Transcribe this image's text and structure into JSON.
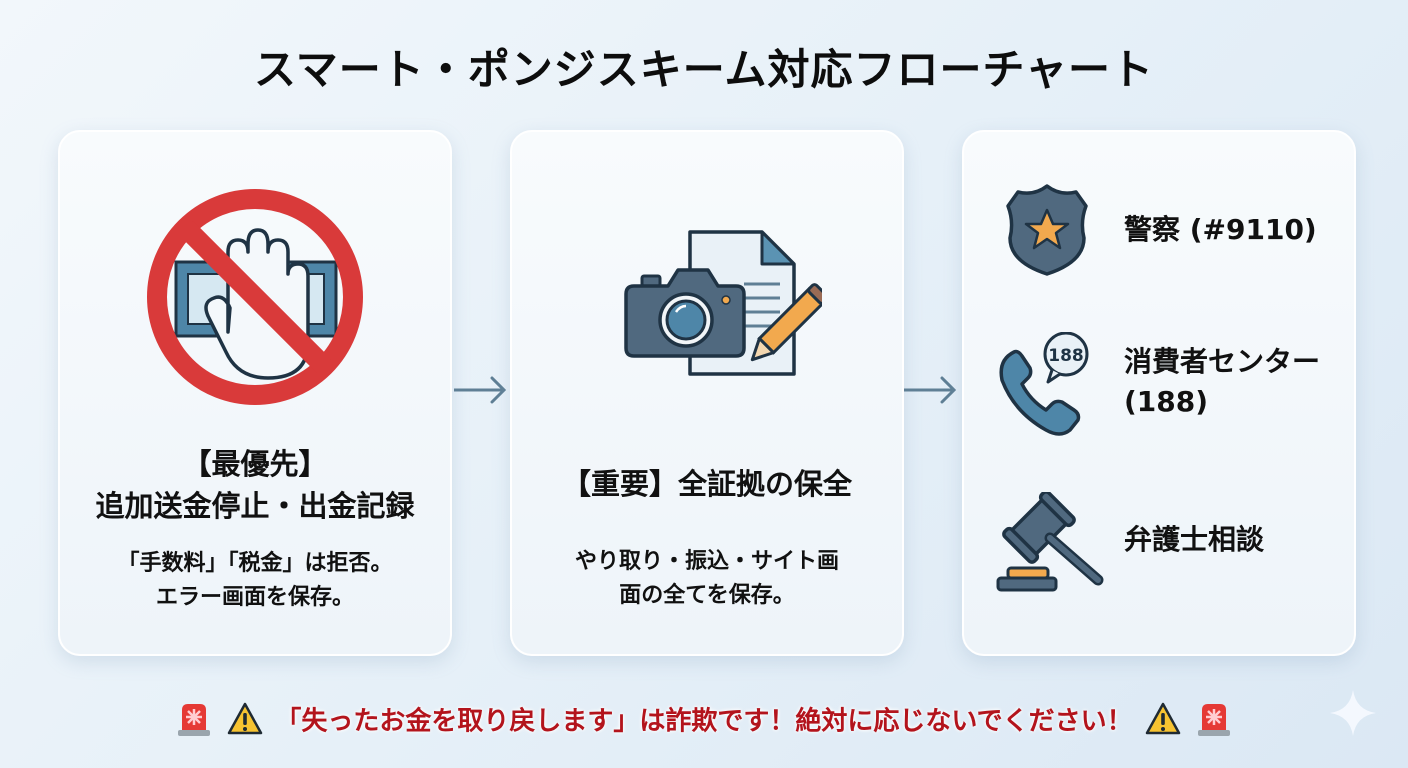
{
  "title": "スマート・ポンジスキーム対応フローチャート",
  "steps": [
    {
      "icon": "no-money-hand-icon",
      "heading_line1": "【最優先】",
      "heading_line2": "追加送金停止・出金記録",
      "body_line1": "「手数料」「税金」は拒否。",
      "body_line2": "エラー画面を保存。"
    },
    {
      "icon": "camera-document-icon",
      "heading_line1": "【重要】全証拠の保全",
      "body_line1": "やり取り・振込・サイト画",
      "body_line2": "面の全てを保存。"
    },
    {
      "contacts": [
        {
          "icon": "police-badge-icon",
          "label_line1": "警察 (#9110)"
        },
        {
          "icon": "phone-188-icon",
          "badge": "188",
          "label_line1": "消費者センター",
          "label_line2": "(188)"
        },
        {
          "icon": "gavel-icon",
          "label_line1": "弁護士相談"
        }
      ]
    }
  ],
  "arrows": [
    "→",
    "→"
  ],
  "warning": {
    "text": "「失ったお金を取り戻します」は詐欺です！絶対に応じないでください！",
    "icons": [
      "siren-icon",
      "warning-icon"
    ]
  },
  "colors": {
    "accent_red": "#d93a3a",
    "slate": "#50697f",
    "dark_outline": "#1f3344",
    "orange": "#f2a94e",
    "warning_text": "#b3141c"
  }
}
